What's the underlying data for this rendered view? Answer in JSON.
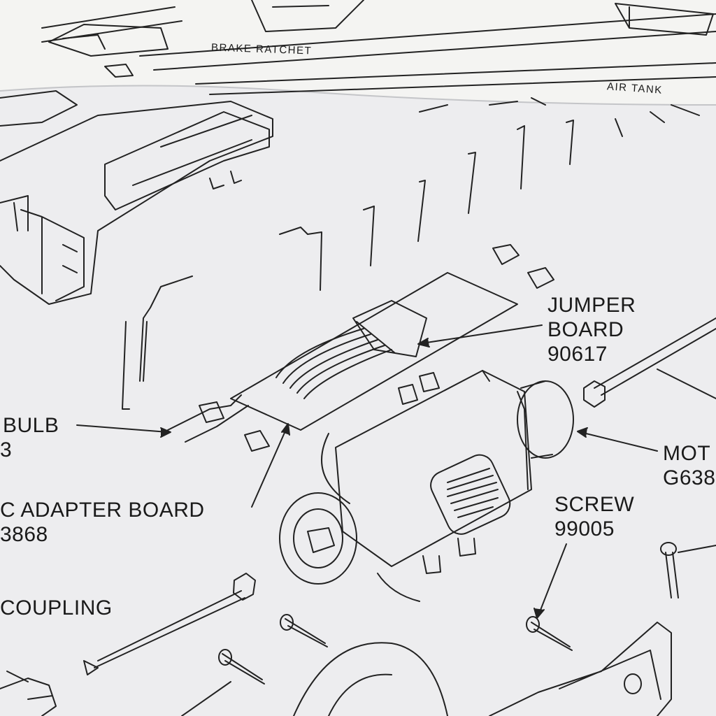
{
  "diagram": {
    "labels": {
      "brake_ratchet": "BRAKE RATCHET",
      "air_tank": "AIR TANK",
      "jumper_board": {
        "line1": "JUMPER",
        "line2": "BOARD",
        "part": "90617"
      },
      "bulb": {
        "line1": "BULB",
        "part": "3"
      },
      "motor": {
        "line1": "MOT",
        "part": "G638"
      },
      "screw": {
        "line1": "SCREW",
        "part": "99005"
      },
      "dcc_adapter_board": {
        "line1": "C ADAPTER BOARD",
        "part": "3868"
      },
      "coupling": "COUPLING"
    }
  },
  "colors": {
    "paper": "#f2f3f5",
    "ink": "#222222",
    "background": "#d9dadd"
  }
}
